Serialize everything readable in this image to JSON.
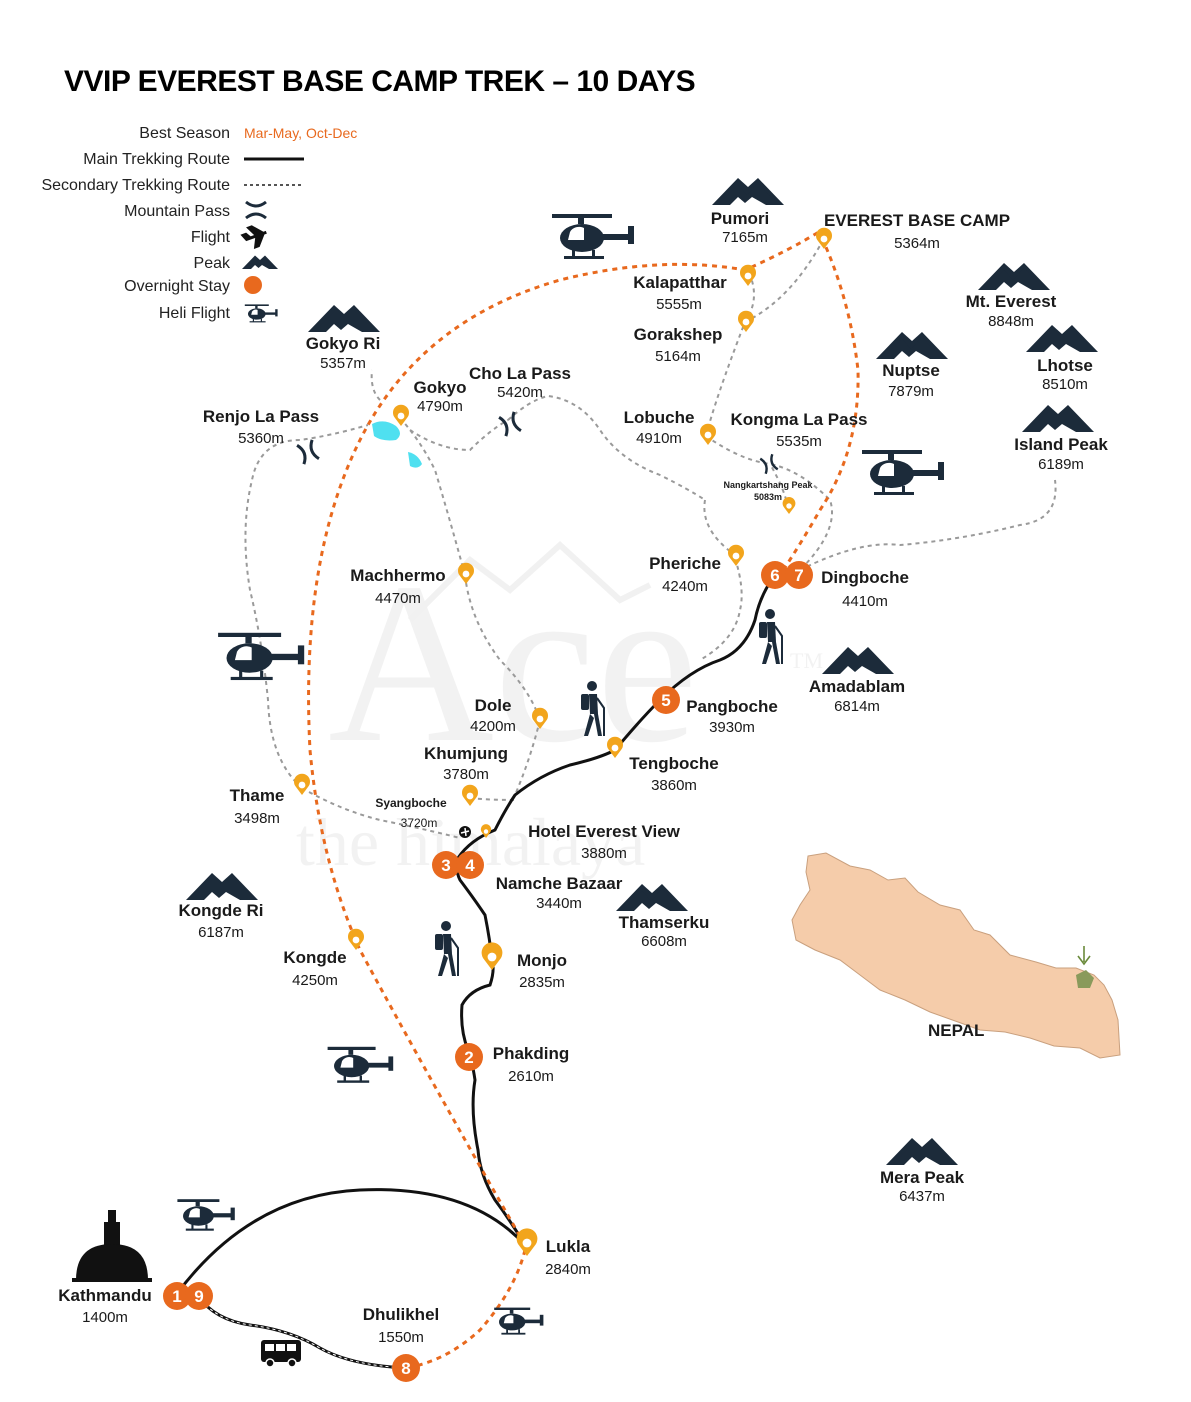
{
  "title": "VVIP EVEREST BASE CAMP TREK – 10 DAYS",
  "legend": {
    "best_season_label": "Best Season",
    "best_season_value": "Mar-May, Oct-Dec",
    "main_route": "Main Trekking Route",
    "secondary_route": "Secondary Trekking Route",
    "mountain_pass": "Mountain Pass",
    "flight": "Flight",
    "peak": "Peak",
    "overnight_stay": "Overnight Stay",
    "heli_flight": "Heli Flight"
  },
  "colors": {
    "route": "#111111",
    "heli_route": "#e8691e",
    "stay": "#e8691e",
    "marker": "#f2a51c",
    "peak": "#1c2b3a",
    "nepal": "#f5ccaa",
    "lake": "#4fe0f0"
  },
  "watermark": {
    "big": "Ace",
    "small": "the himalaya",
    "tm": "TM"
  },
  "places": {
    "ebc": {
      "name": "EVEREST BASE CAMP",
      "alt": "5364m"
    },
    "pumori": {
      "name": "Pumori",
      "alt": "7165m"
    },
    "kalapatthar": {
      "name": "Kalapatthar",
      "alt": "5555m"
    },
    "gorakshep": {
      "name": "Gorakshep",
      "alt": "5164m"
    },
    "everest": {
      "name": "Mt. Everest",
      "alt": "8848m"
    },
    "nuptse": {
      "name": "Nuptse",
      "alt": "7879m"
    },
    "lhotse": {
      "name": "Lhotse",
      "alt": "8510m"
    },
    "island_peak": {
      "name": "Island Peak",
      "alt": "6189m"
    },
    "gokyo_ri": {
      "name": "Gokyo Ri",
      "alt": "5357m"
    },
    "gokyo": {
      "name": "Gokyo",
      "alt": "4790m"
    },
    "cho_la": {
      "name": "Cho La Pass",
      "alt": "5420m"
    },
    "renjo_la": {
      "name": "Renjo La Pass",
      "alt": "5360m"
    },
    "lobuche": {
      "name": "Lobuche",
      "alt": "4910m"
    },
    "kongma_la": {
      "name": "Kongma La Pass",
      "alt": "5535m"
    },
    "nangkartshang": {
      "name": "Nangkartshang Peak",
      "alt": "5083m"
    },
    "pheriche": {
      "name": "Pheriche",
      "alt": "4240m"
    },
    "dingboche": {
      "name": "Dingboche",
      "alt": "4410m"
    },
    "machhermo": {
      "name": "Machhermo",
      "alt": "4470m"
    },
    "amadablam": {
      "name": "Amadablam",
      "alt": "6814m"
    },
    "pangboche": {
      "name": "Pangboche",
      "alt": "3930m"
    },
    "dole": {
      "name": "Dole",
      "alt": "4200m"
    },
    "tengboche": {
      "name": "Tengboche",
      "alt": "3860m"
    },
    "khumjung": {
      "name": "Khumjung",
      "alt": "3780m"
    },
    "thame": {
      "name": "Thame",
      "alt": "3498m"
    },
    "syangboche": {
      "name": "Syangboche",
      "alt": "3720m"
    },
    "hotel": {
      "name": "Hotel Everest View",
      "alt": "3880m"
    },
    "namche": {
      "name": "Namche Bazaar",
      "alt": "3440m"
    },
    "kongde_ri": {
      "name": "Kongde Ri",
      "alt": "6187m"
    },
    "thamserku": {
      "name": "Thamserku",
      "alt": "6608m"
    },
    "kongde": {
      "name": "Kongde",
      "alt": "4250m"
    },
    "monjo": {
      "name": "Monjo",
      "alt": "2835m"
    },
    "phakding": {
      "name": "Phakding",
      "alt": "2610m"
    },
    "mera": {
      "name": "Mera Peak",
      "alt": "6437m"
    },
    "lukla": {
      "name": "Lukla",
      "alt": "2840m"
    },
    "kathmandu": {
      "name": "Kathmandu",
      "alt": "1400m"
    },
    "dhulikhel": {
      "name": "Dhulikhel",
      "alt": "1550m"
    },
    "nepal": {
      "name": "NEPAL"
    }
  },
  "stays": {
    "s1": "1",
    "s9": "9",
    "s2": "2",
    "s3": "3",
    "s4": "4",
    "s5": "5",
    "s6": "6",
    "s7": "7",
    "s8": "8"
  }
}
